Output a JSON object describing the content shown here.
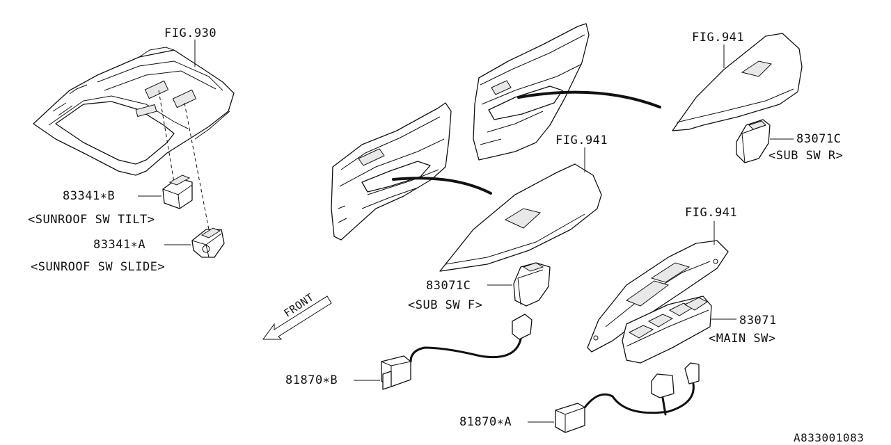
{
  "labels": {
    "fig930": "FIG.930",
    "fig941_top": "FIG.941",
    "fig941_mid": "FIG.941",
    "fig941_main": "FIG.941",
    "part_83341b": "83341∗B",
    "desc_sunroof_tilt": "<SUNROOF SW  TILT>",
    "part_83341a": "83341∗A",
    "desc_sunroof_slide": "<SUNROOF SW  SLIDE>",
    "part_83071c_r": "83071C",
    "desc_sub_sw_r": "<SUB SW R>",
    "part_83071c_f": "83071C",
    "desc_sub_sw_f": "<SUB SW F>",
    "part_83071": "83071",
    "desc_main_sw": "<MAIN SW>",
    "part_81870b": "81870∗B",
    "part_81870a": "81870∗A",
    "front_arrow": "FRONT",
    "diagram_id": "A833001083"
  }
}
